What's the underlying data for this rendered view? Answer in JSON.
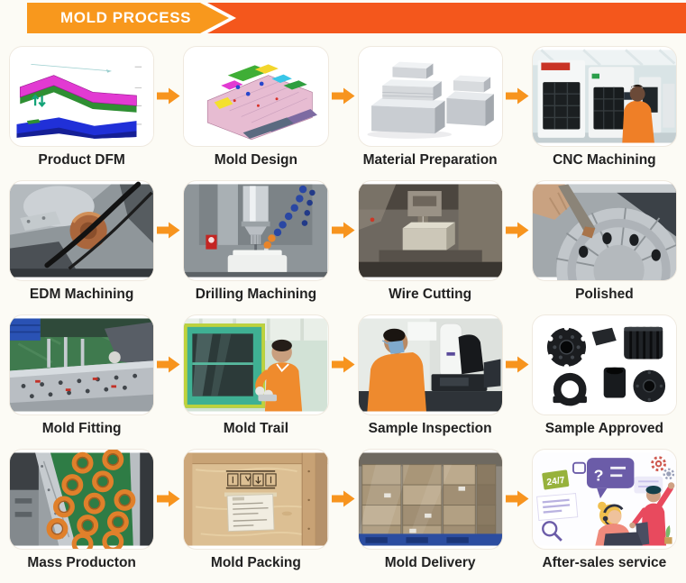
{
  "header": {
    "title": "MOLD PROCESS",
    "banner_color_left": "#f8981d",
    "banner_color_right": "#f4571c",
    "chevron_color": "#ffffff"
  },
  "flow": {
    "arrow_color": "#f7941e",
    "arrow_icon": "right-block-arrow"
  },
  "page_background": "#fcfbf5",
  "after_sales": {
    "badge_label": "24/7",
    "bubble_glyph": "?"
  },
  "steps": [
    {
      "label": "Product DFM",
      "image": "cad-part-dfm-render"
    },
    {
      "label": "Mold Design",
      "image": "cad-mold-assembly-render"
    },
    {
      "label": "Material Preparation",
      "image": "steel-blocks-photo"
    },
    {
      "label": "CNC Machining",
      "image": "cnc-workshop-photo"
    },
    {
      "label": "EDM Machining",
      "image": "edm-machine-photo"
    },
    {
      "label": "Drilling Machining",
      "image": "drilling-spindle-photo"
    },
    {
      "label": "Wire Cutting",
      "image": "wire-cut-machine-photo"
    },
    {
      "label": "Polished",
      "image": "polished-part-photo"
    },
    {
      "label": "Mold Fitting",
      "image": "mold-fitting-photo"
    },
    {
      "label": "Mold Trail",
      "image": "injection-machine-photo"
    },
    {
      "label": "Sample Inspection",
      "image": "measuring-machine-photo"
    },
    {
      "label": "Sample Approved",
      "image": "black-plastic-parts-photo"
    },
    {
      "label": "Mass Producton",
      "image": "conveyor-parts-photo"
    },
    {
      "label": "Mold Packing",
      "image": "wooden-crate-photo"
    },
    {
      "label": "Mold Delivery",
      "image": "stacked-boxes-photo"
    },
    {
      "label": "After-sales service",
      "image": "customer-service-illustration"
    }
  ]
}
